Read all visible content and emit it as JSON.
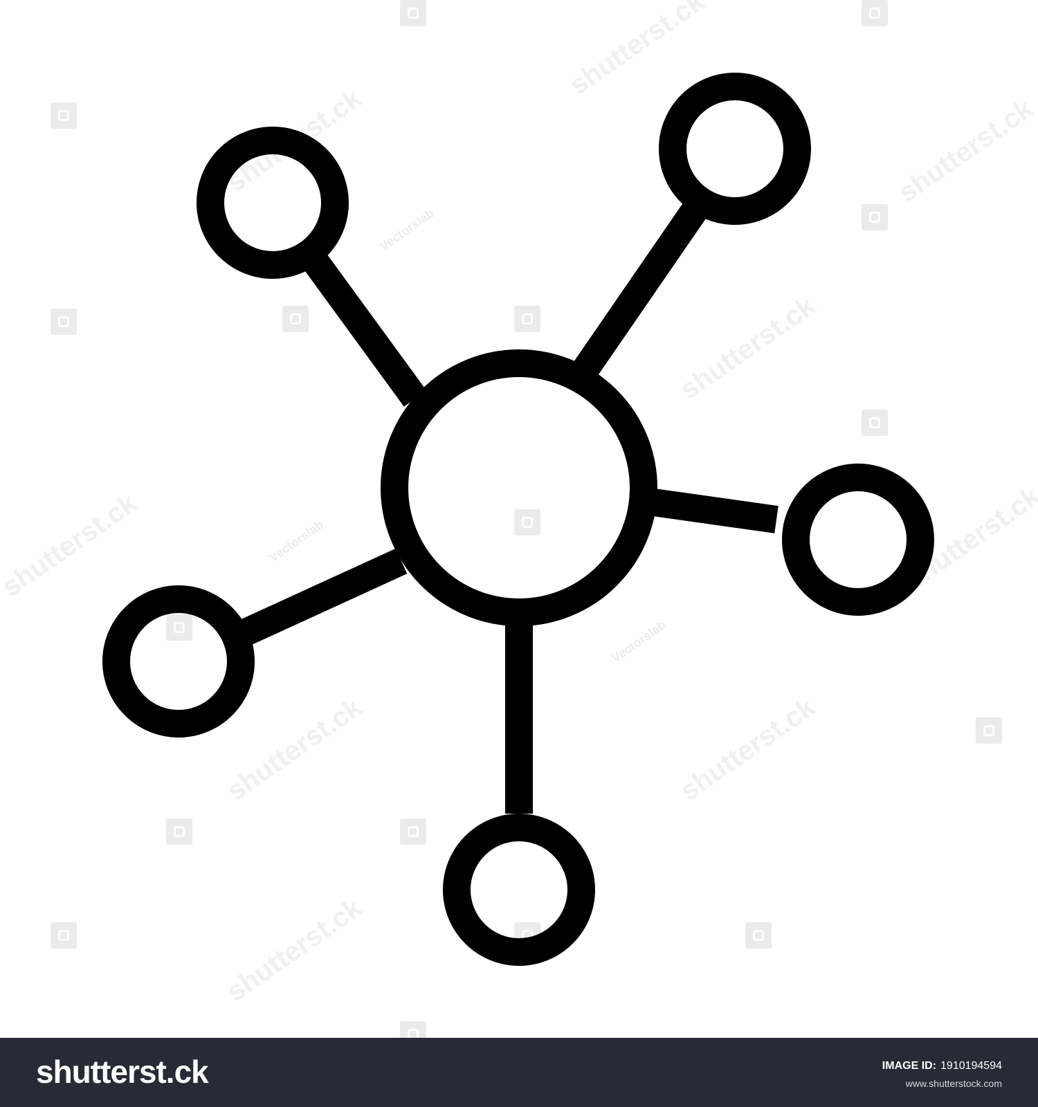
{
  "image": {
    "background": "#ffffff",
    "icon_color": "#000000",
    "icon_name": "network-hub-icon"
  },
  "watermark": {
    "main_text": "shutterst.ck",
    "contributor_text": "Vectorslab"
  },
  "footer": {
    "background": "#282b36",
    "brand": "shutterst.ck",
    "image_id_label": "IMAGE ID:",
    "image_id_value": "1910194594",
    "site": "www.shutterstock.com"
  }
}
